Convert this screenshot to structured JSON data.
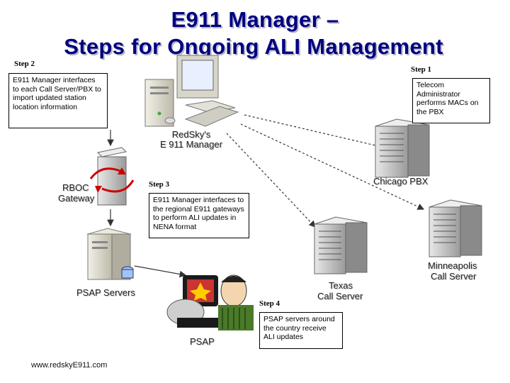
{
  "title": {
    "line1": "E911 Manager –",
    "line2": "Steps for Ongoing ALI Management"
  },
  "steps": {
    "step1": {
      "label": "Step 1",
      "text": "Telecom Administrator performs MACs on the PBX"
    },
    "step2": {
      "label": "Step 2",
      "text": "E911 Manager interfaces to each Call Server/PBX to import updated station location information"
    },
    "step3": {
      "label": "Step 3",
      "text": "E911 Manager interfaces to the regional E911 gateways to perform ALI updates in NENA format"
    },
    "step4": {
      "label": "Step 4",
      "text": "PSAP servers around the country receive ALI updates"
    }
  },
  "nodes": {
    "manager": {
      "line1": "RedSky's",
      "line2": "E 911 Manager"
    },
    "rboc": {
      "line1": "RBOC",
      "line2": "Gateway"
    },
    "psap_servers": "PSAP Servers",
    "psap": "PSAP",
    "chicago": "Chicago PBX",
    "minneapolis": {
      "line1": "Minneapolis",
      "line2": "Call Server"
    },
    "texas": {
      "line1": "Texas",
      "line2": "Call Server"
    }
  },
  "footer": "www.redskyE911.com",
  "colors": {
    "title": "#000080",
    "arrow": "#333333",
    "rboc_arrow": "#cc0000"
  }
}
